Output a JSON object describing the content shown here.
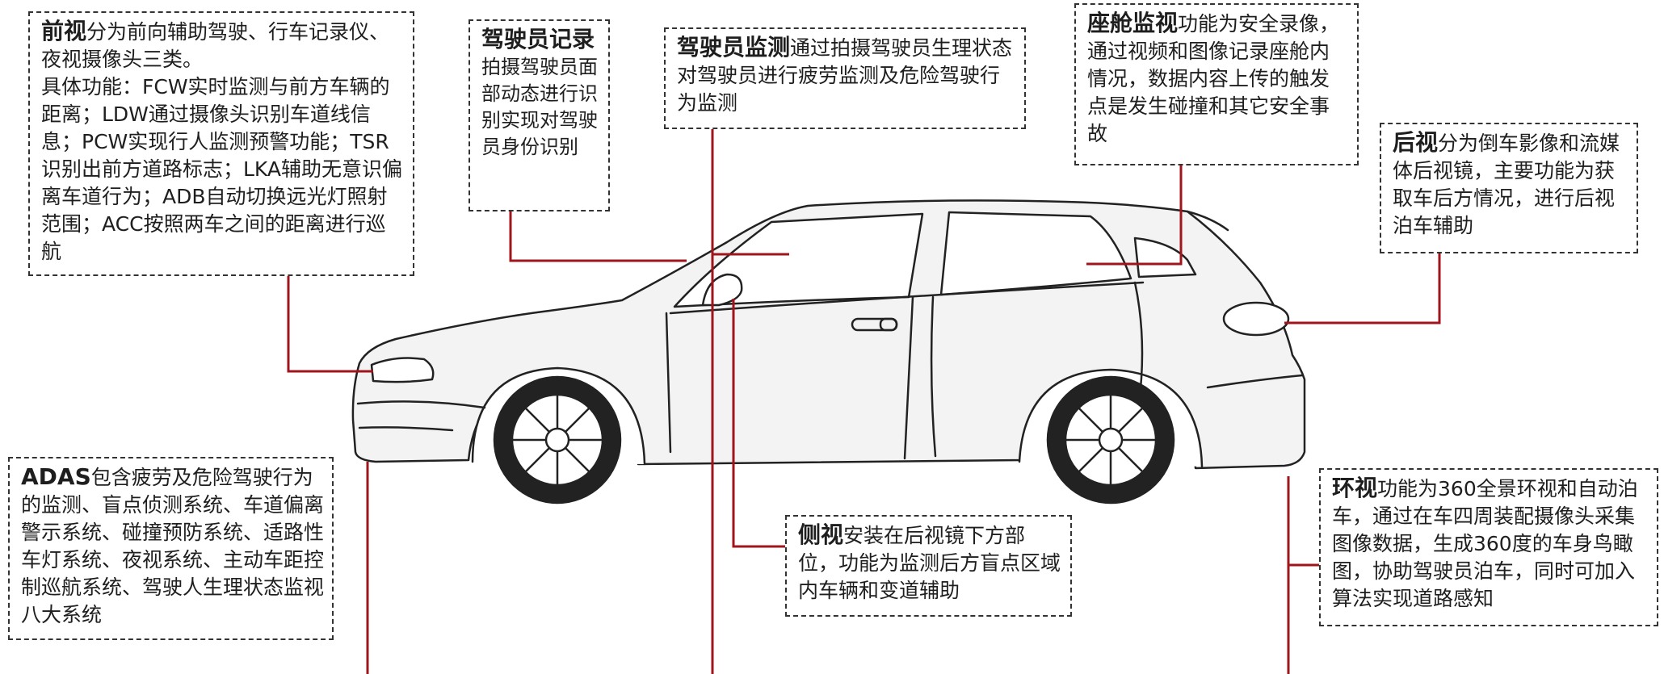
{
  "colors": {
    "leader": "#a0141c",
    "outline": "#222222",
    "body_fill": "#f3f3f3"
  },
  "callouts": {
    "front": {
      "title": "前视",
      "body": "分为前向辅助驾驶、行车记录仪、夜视摄像头三类。",
      "detail": "具体功能：FCW实时监测与前方车辆的距离；LDW通过摄像头识别车道线信息；PCW实现行人监测预警功能；TSR识别出前方道路标志；LKA辅助无意识偏离车道行为；ADB自动切换远光灯照射范围；ACC按照两车之间的距离进行巡航"
    },
    "driver_record": {
      "title": "驾驶员记录",
      "body": "拍摄驾驶员面部动态进行识别实现对驾驶员身份识别"
    },
    "driver_monitor": {
      "title": "驾驶员监测",
      "body": "通过拍摄驾驶员生理状态对驾驶员进行疲劳监测及危险驾驶行为监测"
    },
    "cabin": {
      "title": "座舱监视",
      "body": "功能为安全录像，通过视频和图像记录座舱内情况，数据内容上传的触发点是发生碰撞和其它安全事故"
    },
    "rear": {
      "title": "后视",
      "body": "分为倒车影像和流媒体后视镜，主要功能为获取车后方情况，进行后视泊车辅助"
    },
    "adas": {
      "title": "ADAS",
      "body": "包含疲劳及危险驾驶行为的监测、盲点侦测系统、车道偏离警示系统、碰撞预防系统、适路性车灯系统、夜视系统、主动车距控制巡航系统、驾驶人生理状态监视八大系统"
    },
    "side": {
      "title": "侧视",
      "body": "安装在后视镜下方部位，功能为监测后方盲点区域内车辆和变道辅助"
    },
    "surround": {
      "title": "环视",
      "body": "功能为360全景环视和自动泊车，通过在车四周装配摄像头采集图像数据，生成360度的车身鸟瞰图，协助驾驶员泊车，同时可加入算法实现道路感知"
    }
  }
}
